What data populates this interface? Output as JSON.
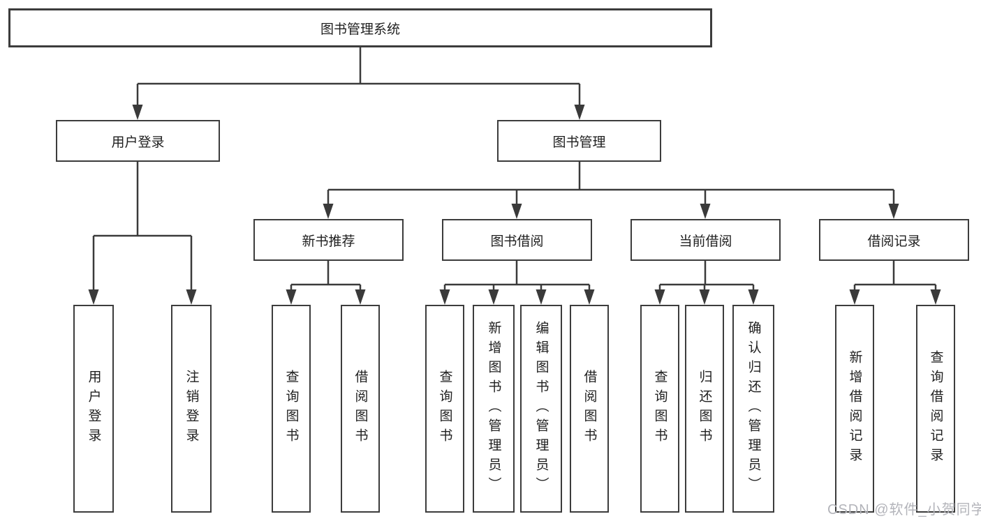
{
  "colors": {
    "background": "#ffffff",
    "line": "#3a3a3a",
    "box_border": "#3c3c3c",
    "text": "#1f1f1f",
    "watermark": "#b3b4ba"
  },
  "tree": {
    "root": {
      "label": "图书管理系统",
      "children": [
        {
          "label": "用户登录",
          "children": [
            {
              "label": "用户登录"
            },
            {
              "label": "注销登录"
            }
          ]
        },
        {
          "label": "图书管理",
          "children": [
            {
              "label": "新书推荐",
              "children": [
                {
                  "label": "查询图书"
                },
                {
                  "label": "借阅图书"
                }
              ]
            },
            {
              "label": "图书借阅",
              "children": [
                {
                  "label": "查询图书"
                },
                {
                  "label": "新增图书（管理员）"
                },
                {
                  "label": "编辑图书（管理员）"
                },
                {
                  "label": "借阅图书"
                }
              ]
            },
            {
              "label": "当前借阅",
              "children": [
                {
                  "label": "查询图书"
                },
                {
                  "label": "归还图书"
                },
                {
                  "label": "确认归还（管理员）"
                }
              ]
            },
            {
              "label": "借阅记录",
              "children": [
                {
                  "label": "新增借阅记录"
                },
                {
                  "label": "查询借阅记录"
                }
              ]
            }
          ]
        }
      ]
    }
  },
  "watermark": {
    "text": "CSDN @软件_小贺同学"
  }
}
